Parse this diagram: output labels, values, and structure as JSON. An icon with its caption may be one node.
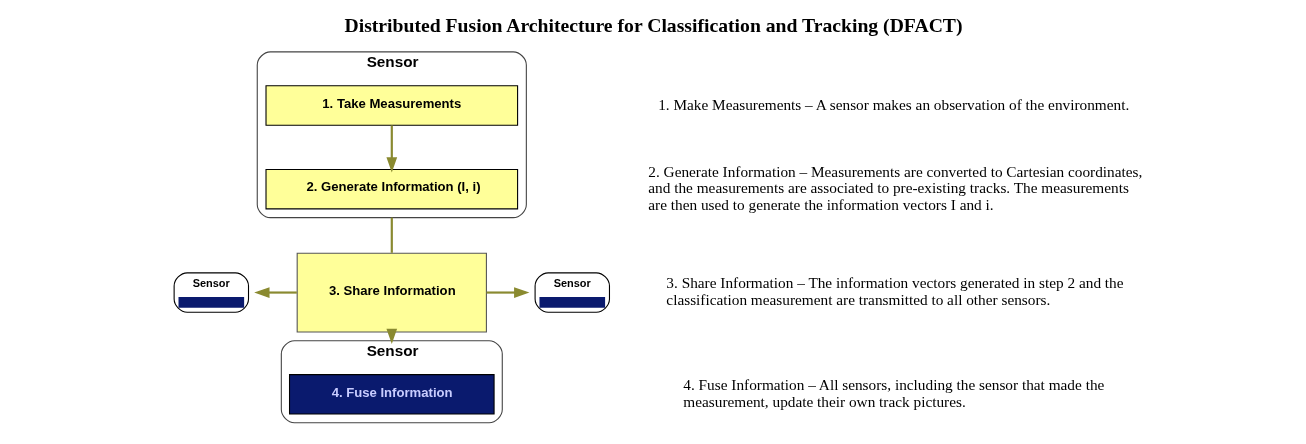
{
  "diagram": {
    "title": "Distributed Fusion Architecture for Classification and Tracking (DFACT)",
    "nodes": [
      {
        "text": [
          "Sensor"
        ]
      },
      {
        "text": [
          "1. Take Measurements"
        ],
        "in": 0
      },
      {
        "text": [
          "2. Generate Information (I, i)"
        ],
        "in": 0
      },
      {
        "text": [
          "3. Share Information"
        ]
      },
      {
        "text": [
          "Sensor"
        ]
      },
      {
        "text": [
          "Sensor"
        ]
      },
      {
        "text": [
          "Sensor"
        ]
      },
      {
        "text": [
          "4. Fuse Information"
        ],
        "in": 6
      }
    ],
    "edges": [
      {
        "from": 1,
        "to": 2,
        "arrow": "to"
      },
      {
        "from": 0,
        "to": 3,
        "arrow": "none"
      },
      {
        "from": 3,
        "to": 4,
        "arrow": "to"
      },
      {
        "from": 3,
        "to": 5,
        "arrow": "to"
      },
      {
        "from": 3,
        "to": 6,
        "arrow": "to"
      }
    ],
    "labels": [
      "1. Make Measurements – A sensor makes an observation of the environment.",
      "2. Generate Information – Measurements are converted to Cartesian coordinates, and the measurements are associated to pre-existing tracks. The measurements are then used to generate the information vectors I and i.",
      "3. Share Information – The information vectors generated in step 2 and the classification measurement are transmitted to all other sensors.",
      "4. Fuse Information – All sensors, including the sensor that made the measurement, update their own track pictures."
    ]
  }
}
